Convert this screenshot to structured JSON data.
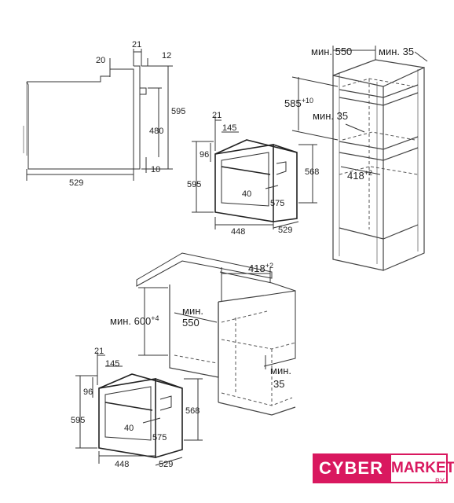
{
  "labels": {
    "side_depth": "529",
    "side_h595": "595",
    "side_h480": "480",
    "side_21": "21",
    "side_20": "20",
    "side_12": "12",
    "side_10": "10",
    "top_oven_21": "21",
    "top_oven_145": "145",
    "top_oven_96": "96",
    "top_oven_595": "595",
    "top_oven_568": "568",
    "top_oven_40": "40",
    "top_oven_575": "575",
    "top_oven_448": "448",
    "top_oven_529": "529",
    "tall_min550": "мин. 550",
    "tall_min35": "мин. 35",
    "tall_585": "585",
    "tall_585_tol": "+10",
    "tall_min35b": "мин. 35",
    "tall_418": "418",
    "tall_418_tol": "+2",
    "under_418": "418",
    "under_418_tol": "+2",
    "under_min600": "мин. 600",
    "under_min600_tol": "+4",
    "under_min": "мин.",
    "under_550": "550",
    "under_min_b": "мин.",
    "under_35": "35",
    "bot_oven_21": "21",
    "bot_oven_145": "145",
    "bot_oven_96": "96",
    "bot_oven_595": "595",
    "bot_oven_568": "568",
    "bot_oven_40": "40",
    "bot_oven_575": "575",
    "bot_oven_448": "448",
    "bot_oven_529": "529"
  },
  "logo": {
    "part1": "CYBER",
    "part2": "MARKET",
    "suffix": ".BY",
    "color": "#d9185f"
  }
}
